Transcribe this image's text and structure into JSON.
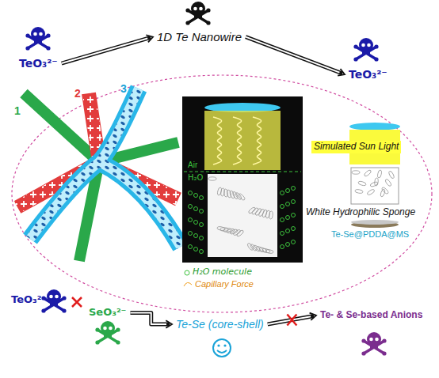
{
  "diagram": {
    "nodes": [
      {
        "text": [
          "TeO₃²⁻"
        ]
      },
      {
        "text": [
          "1D Te Nanowire"
        ]
      },
      {
        "text": [
          "TeO₃²⁻"
        ]
      },
      {
        "text": [
          "Simulated Sun Light"
        ]
      },
      {
        "text": [
          "SeO₃²⁻"
        ]
      },
      {
        "text": [
          "Te-Se (core-shell)"
        ]
      },
      {
        "text": [
          "Te- & Se-based Anions"
        ]
      }
    ],
    "edges": [
      {
        "from": 0,
        "to": 1,
        "arrow": "to"
      },
      {
        "from": 1,
        "to": 2,
        "arrow": "to"
      },
      {
        "from": 4,
        "to": 5,
        "arrow": "to"
      },
      {
        "from": 5,
        "to": 6,
        "arrow": "to"
      }
    ],
    "labels": [
      "1",
      "2",
      "3",
      "Air",
      "H₂O",
      "H₂O molecule",
      "Capillary Force",
      "White Hydrophilic Sponge",
      "Te-Se@PDDA@MS",
      "TeO₃²⁻"
    ]
  }
}
